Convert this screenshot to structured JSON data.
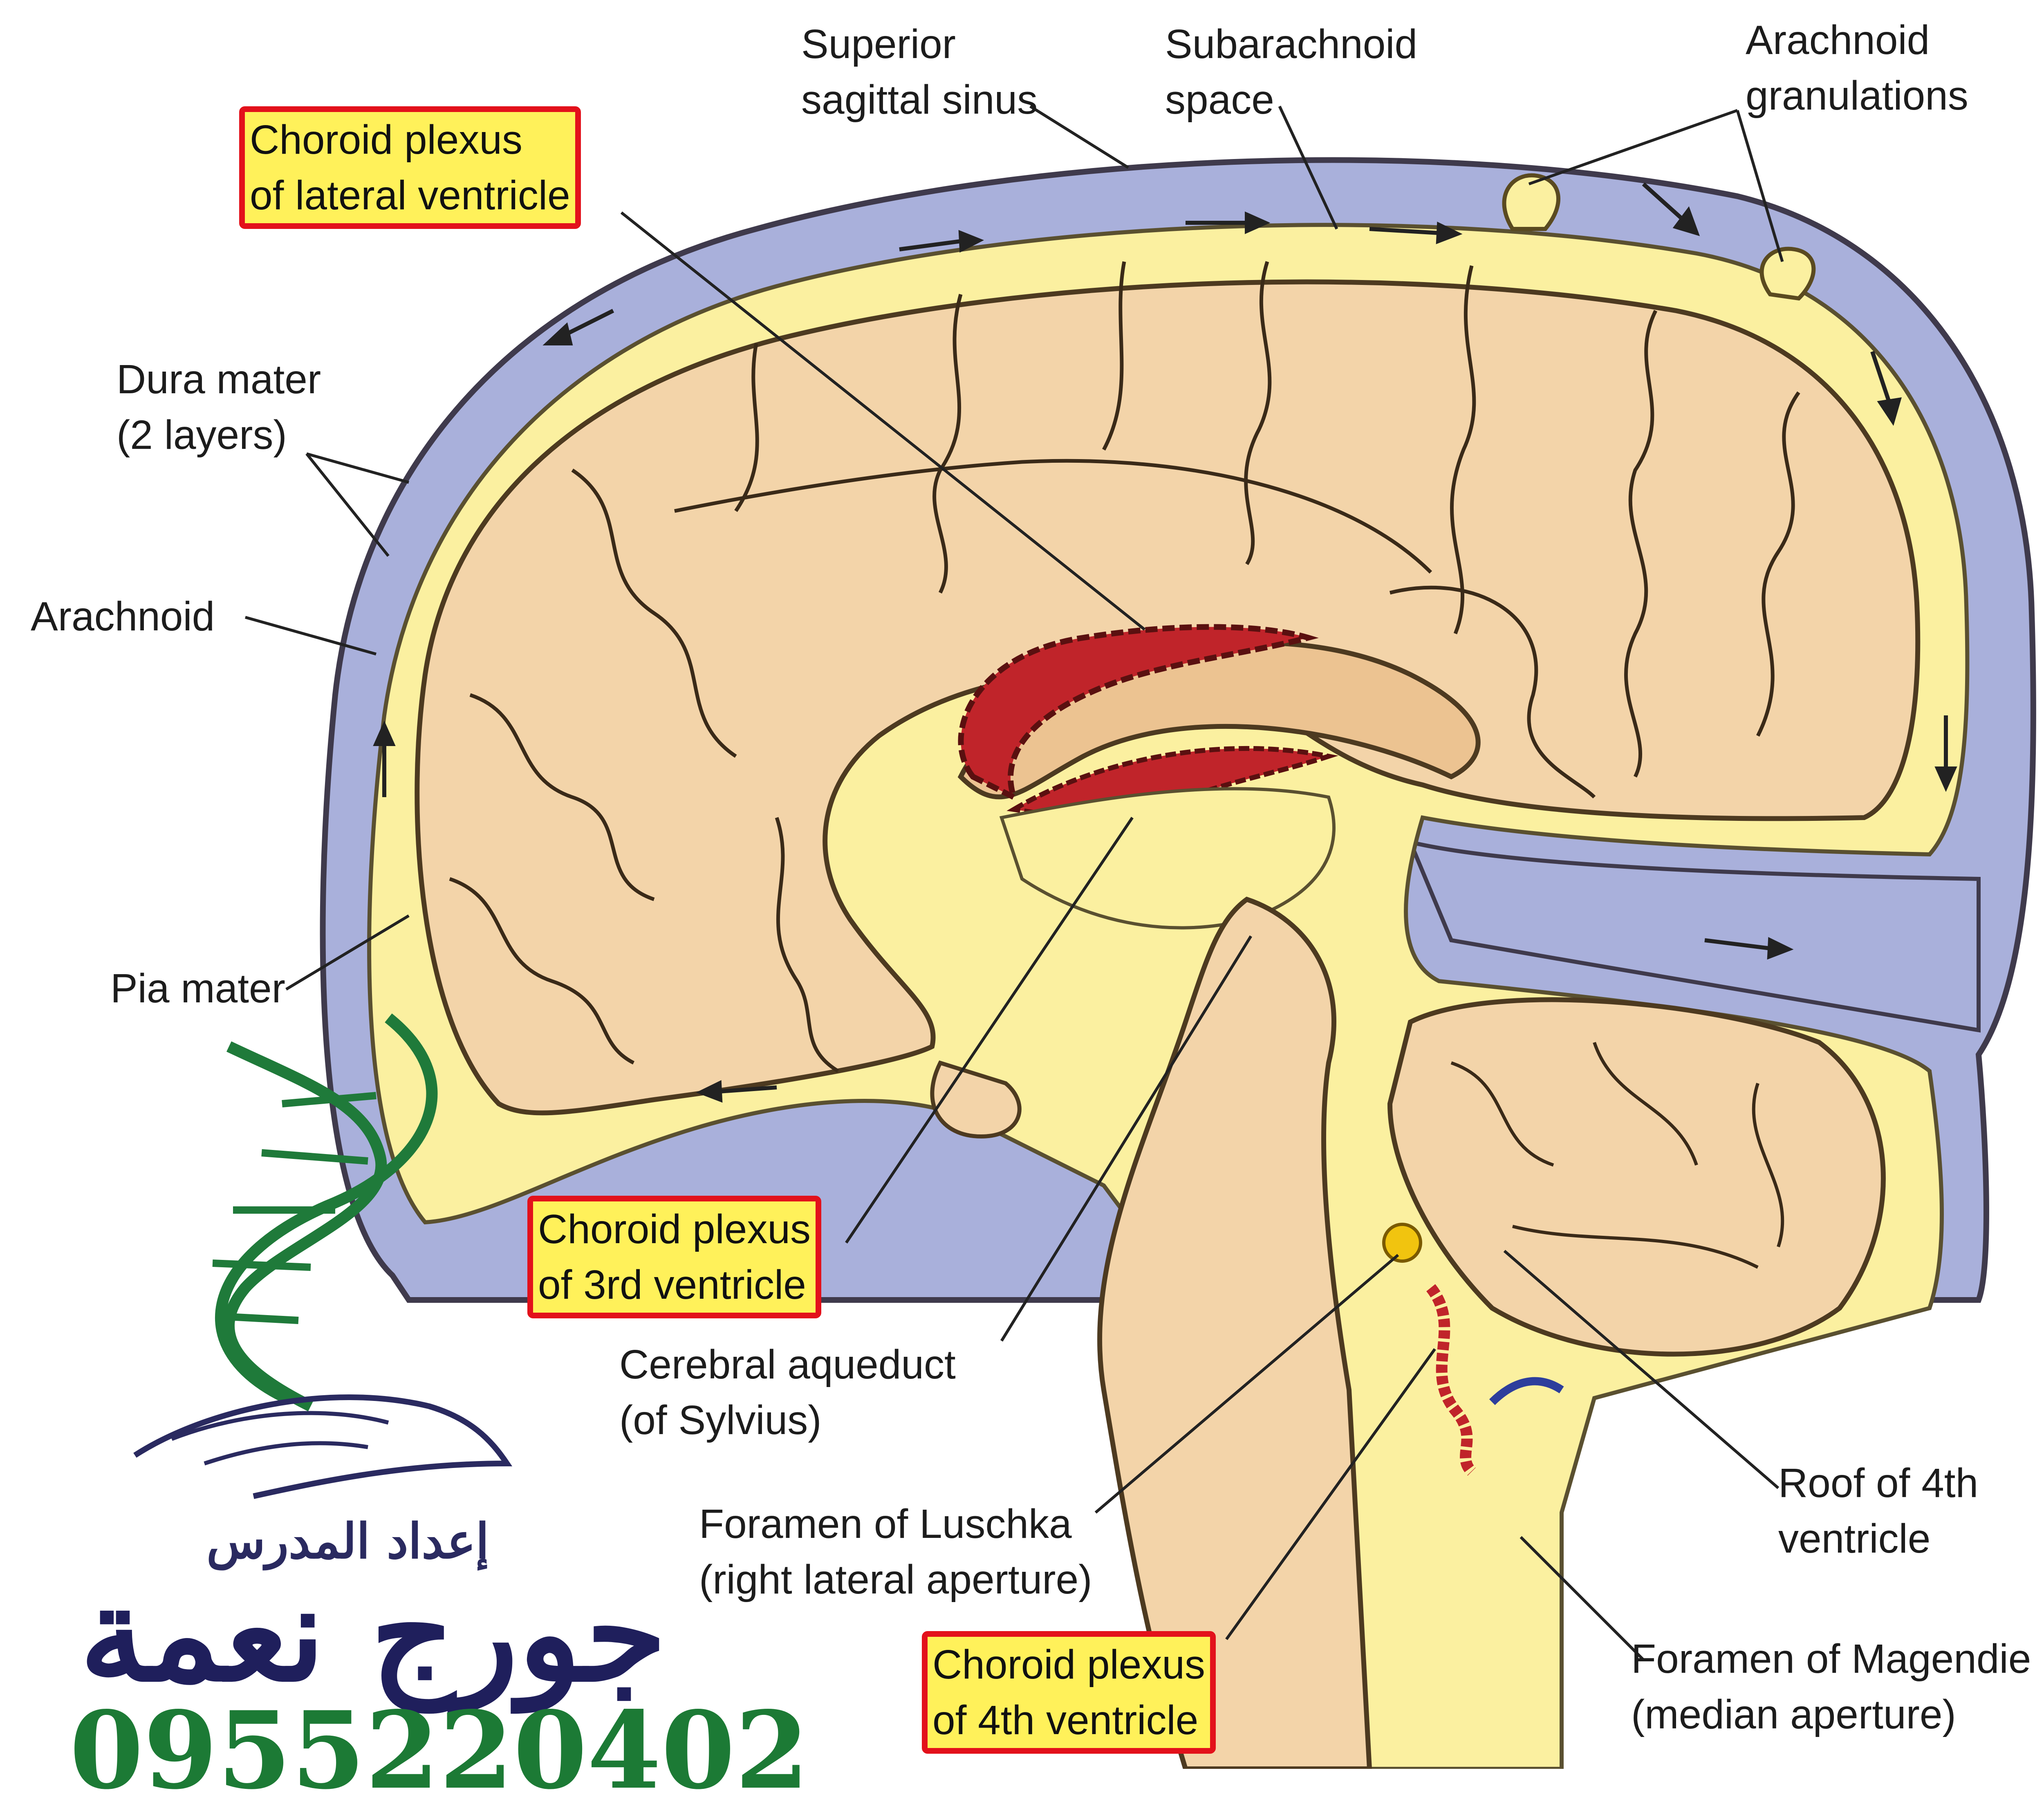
{
  "labels": {
    "superior_sagittal_sinus": [
      "Superior",
      "sagittal sinus"
    ],
    "subarachnoid_space": [
      "Subarachnoid",
      "space"
    ],
    "arachnoid_granulations": [
      "Arachnoid",
      "granulations"
    ],
    "choroid_lateral": [
      "Choroid plexus",
      "of lateral ventricle"
    ],
    "dura_mater": [
      "Dura mater",
      "(2 layers)"
    ],
    "arachnoid": "Arachnoid",
    "pia_mater": "Pia mater",
    "choroid_third": [
      "Choroid plexus",
      "of 3rd ventricle"
    ],
    "cerebral_aqueduct": [
      "Cerebral aqueduct",
      "(of Sylvius)"
    ],
    "foramen_luschka": [
      "Foramen of Luschka",
      "(right lateral aperture)"
    ],
    "choroid_fourth": [
      "Choroid plexus",
      "of 4th ventricle"
    ],
    "roof_fourth": [
      "Roof of 4th",
      "ventricle"
    ],
    "foramen_magendie": [
      "Foramen of Magendie",
      "(median aperture)"
    ]
  },
  "watermark": {
    "teacher_line": "إعداد المدرس",
    "name": "جورج نعمة",
    "phone": "0955220402"
  },
  "colors": {
    "dura": "#a9b0db",
    "csf": "#fbf0a0",
    "brain": "#f3d4a9",
    "brain_outline": "#4d3a20",
    "choroid": "#c0242a",
    "highlight_fill": "#fff15a",
    "highlight_border": "#e3111b"
  }
}
